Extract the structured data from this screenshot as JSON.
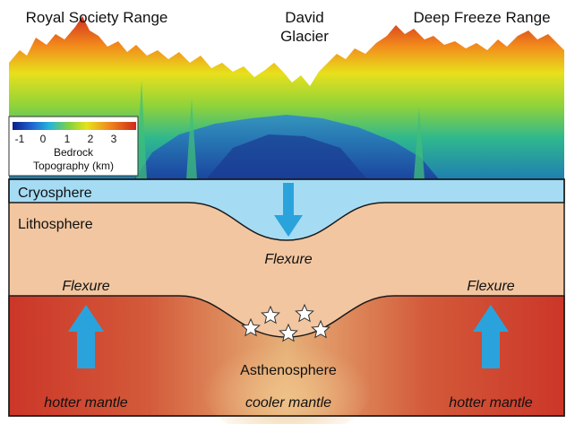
{
  "topography": {
    "labels": [
      "Royal Society Range",
      "David",
      "Glacier",
      "Deep Freeze Range"
    ]
  },
  "colorbar": {
    "ticks": [
      "-1",
      "0",
      "1",
      "2",
      "3"
    ],
    "title_line1": "Bedrock",
    "title_line2": "Topography (km)"
  },
  "layers": {
    "cryosphere": "Cryosphere",
    "lithosphere": "Lithosphere",
    "flexure_center": "Flexure",
    "flexure_left": "Flexure",
    "flexure_right": "Flexure",
    "asthenosphere": "Asthenosphere"
  },
  "mantle": {
    "left": "hotter mantle",
    "center": "cooler mantle",
    "right": "hotter mantle"
  },
  "colors": {
    "cryosphere": "#a5dcf4",
    "lithosphere": "#f2c6a0",
    "mantle_hot": "#cf3a2a",
    "mantle_cool": "#e7b07a",
    "arrow": "#2aa3dc"
  },
  "icons": [
    "down-arrow",
    "up-arrow",
    "star"
  ]
}
